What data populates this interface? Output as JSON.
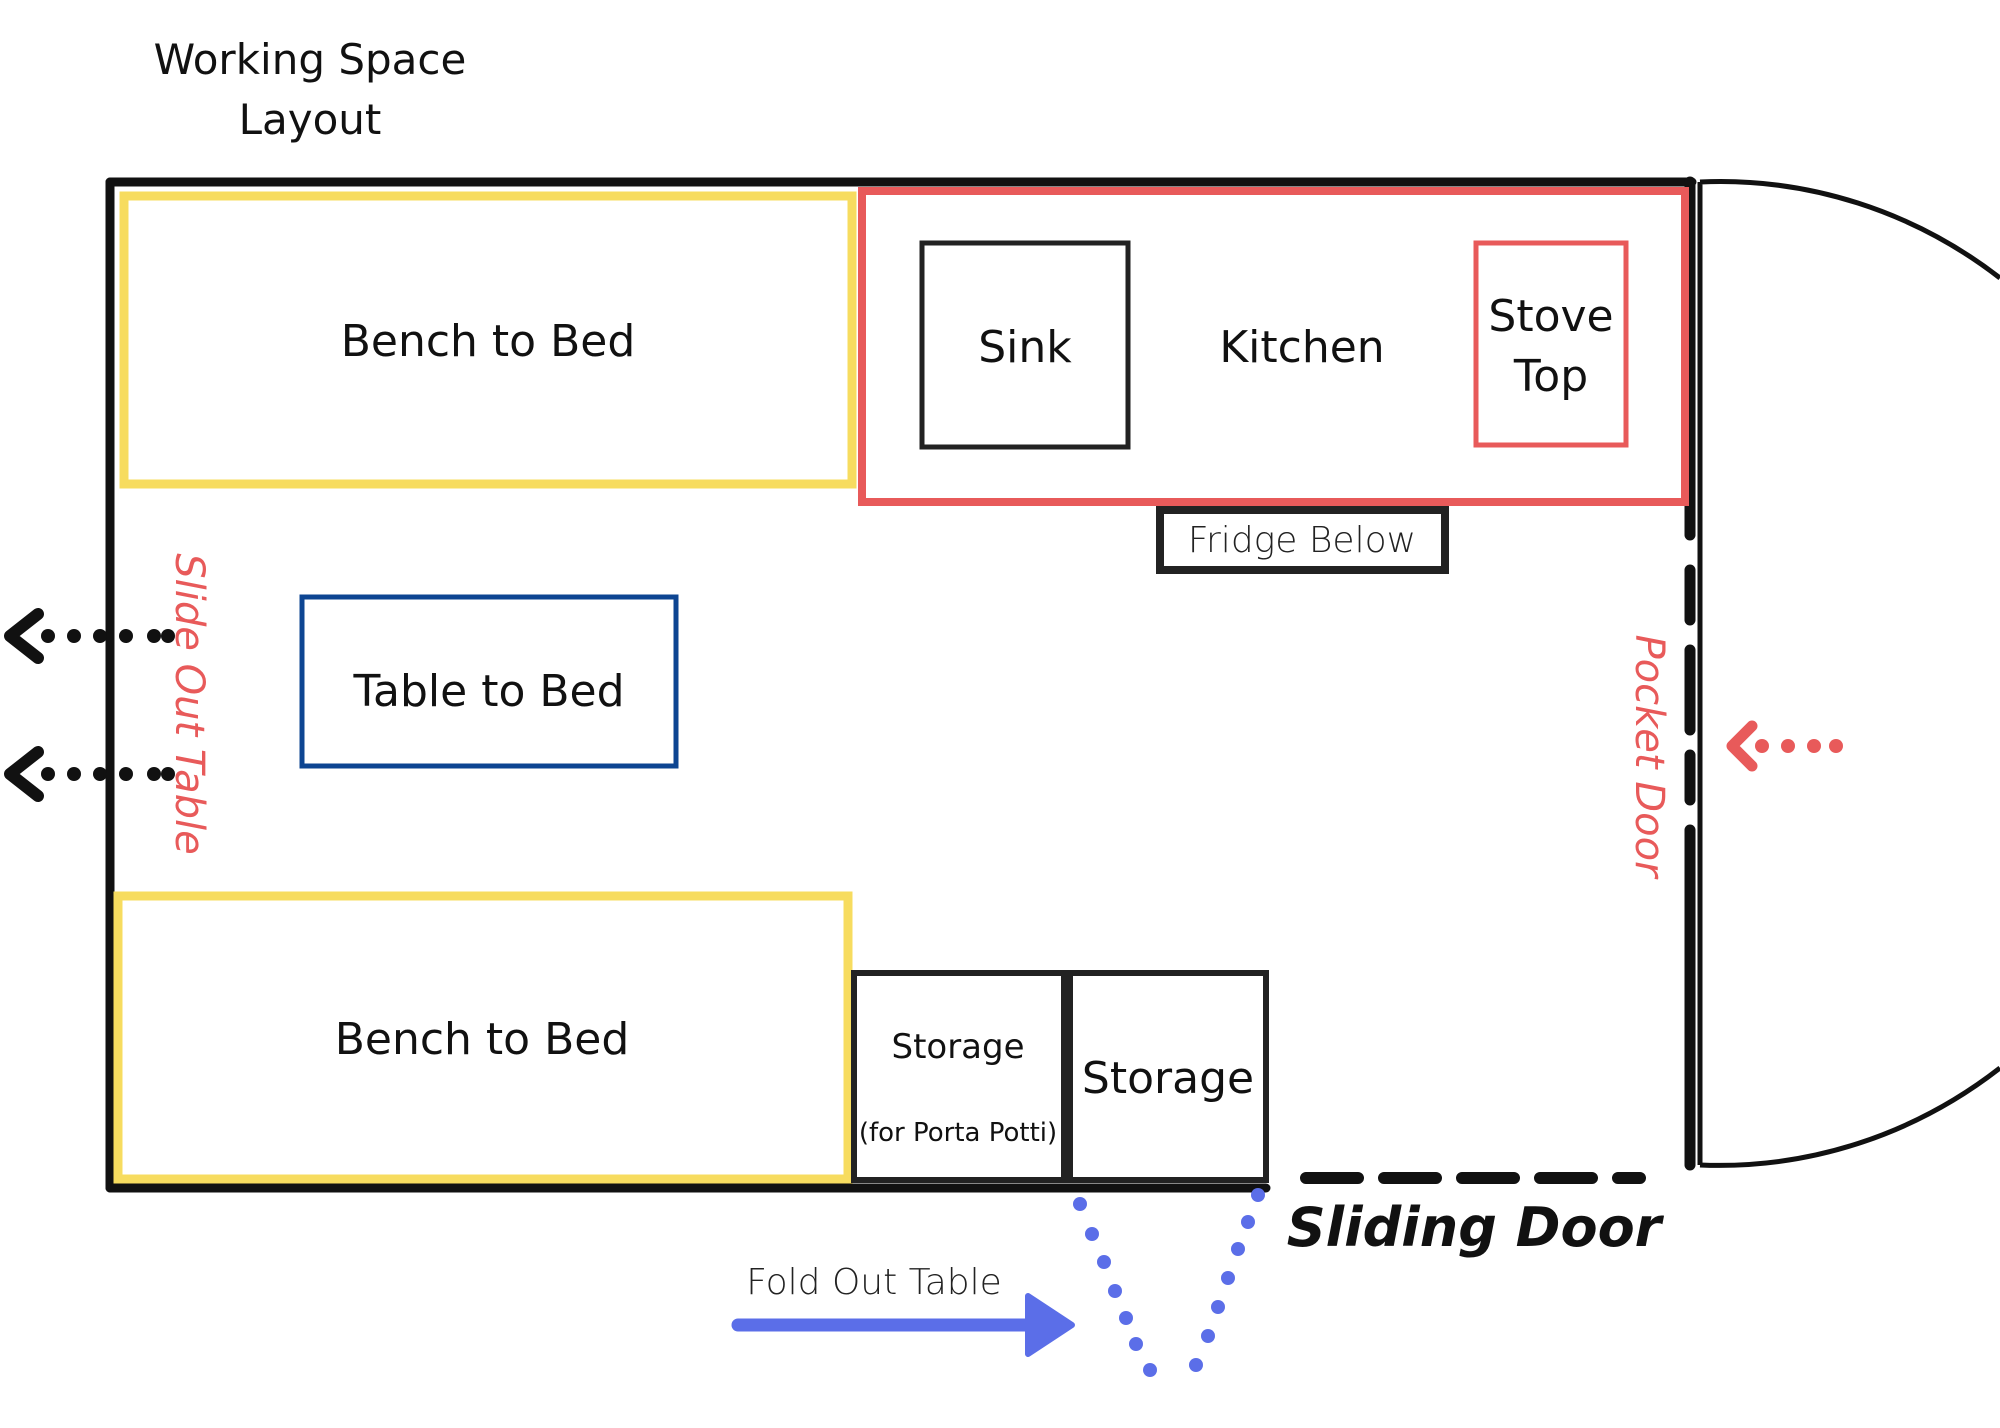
{
  "title": {
    "line1": "Working Space",
    "line2": "Layout"
  },
  "areas": {
    "bench_top": "Bench to Bed",
    "bench_bottom": "Bench to Bed",
    "table": "Table to Bed",
    "kitchen": "Kitchen",
    "sink": "Sink",
    "stove_line1": "Stove",
    "stove_line2": "Top",
    "fridge": "Fridge Below",
    "storage_small": "Storage",
    "storage_small_note": "(for Porta Potti)",
    "storage_large": "Storage"
  },
  "annotations": {
    "slide_out_table": "Slide Out Table",
    "pocket_door": "Pocket Door",
    "sliding_door": "Sliding Door",
    "fold_out_table": "Fold Out Table"
  },
  "colors": {
    "wall": "#111111",
    "bench": "#f7dc5f",
    "kitchen": "#e85a5a",
    "table": "#0d4592",
    "fold_out": "#5b6ee8"
  }
}
